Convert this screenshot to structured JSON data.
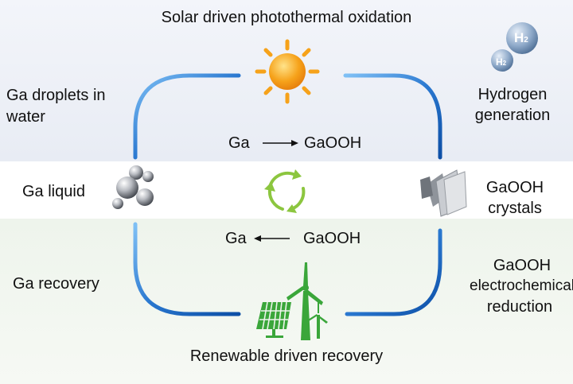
{
  "title_top": "Solar driven photothermal oxidation",
  "title_bottom": "Renewable driven recovery",
  "left": {
    "droplets_line1": "Ga droplets in",
    "droplets_line2": "water",
    "liquid": "Ga liquid",
    "recovery": "Ga recovery"
  },
  "right": {
    "hydrogen_line1": "Hydrogen",
    "hydrogen_line2": "generation",
    "crystals_line1": "GaOOH",
    "crystals_line2": "crystals",
    "electro_line1": "GaOOH",
    "electro_line2": "electrochemical",
    "electro_line3": "reduction"
  },
  "reaction_top": {
    "from": "Ga",
    "to": "GaOOH"
  },
  "reaction_bottom": {
    "from": "GaOOH",
    "to": "Ga"
  },
  "molecules": {
    "big": "H",
    "big_sub": "2",
    "small": "H",
    "small_sub": "2"
  },
  "colors": {
    "arc_blue": "#2a78d0",
    "recycle_green": "#8cc63f",
    "sun_orange": "#f6a21a",
    "turbine_green": "#3aa63a"
  },
  "icons": [
    "sun-icon",
    "hydrogen-molecules-icon",
    "ga-droplets-icon",
    "recycle-icon",
    "gaooh-crystals-icon",
    "solar-panel-icon",
    "wind-turbine-icon"
  ]
}
